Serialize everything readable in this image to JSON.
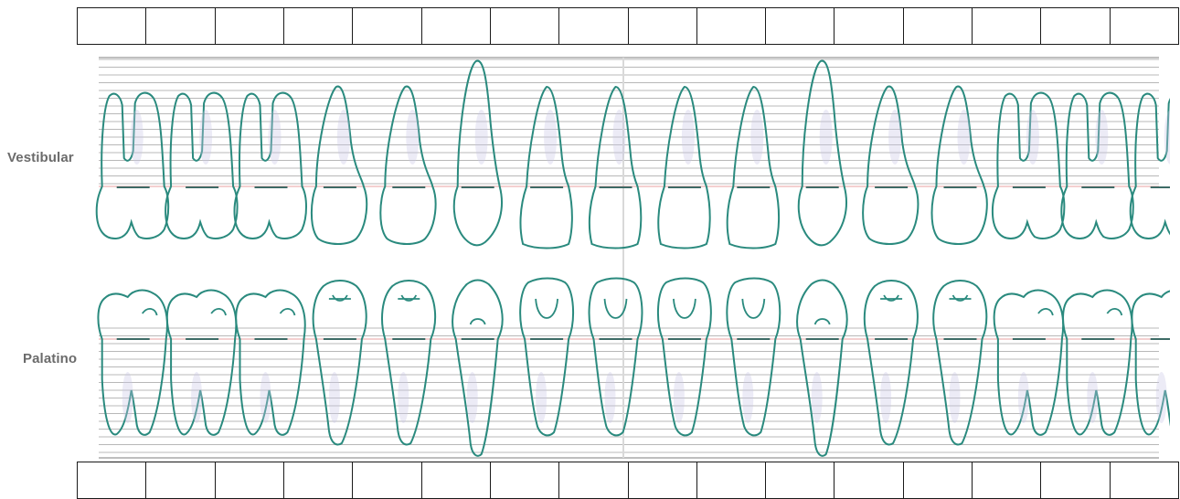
{
  "labels": {
    "vestibular": "Vestibular",
    "palatino": "Palatino"
  },
  "grid": {
    "top_cells": 16,
    "bottom_cells": 16,
    "line_count": 34
  },
  "colors": {
    "tooth_outline": "#2a8a7e",
    "grid_line": "#b8b8b8",
    "cej_line": "#e8a0a0",
    "shading": "#c9c6e6",
    "label": "#6b6b6b",
    "cell_border": "#1a1a1a"
  },
  "teeth": {
    "upper_vestibular": [
      "molar",
      "molar",
      "molar",
      "premolar",
      "premolar",
      "canine",
      "incisor",
      "incisor",
      "incisor",
      "incisor",
      "canine",
      "premolar",
      "premolar",
      "molar",
      "molar",
      "molar"
    ],
    "lower_palatino": [
      "molar",
      "molar",
      "molar",
      "premolar",
      "premolar",
      "canine",
      "incisor",
      "incisor",
      "incisor",
      "incisor",
      "canine",
      "premolar",
      "premolar",
      "molar",
      "molar",
      "molar"
    ]
  }
}
